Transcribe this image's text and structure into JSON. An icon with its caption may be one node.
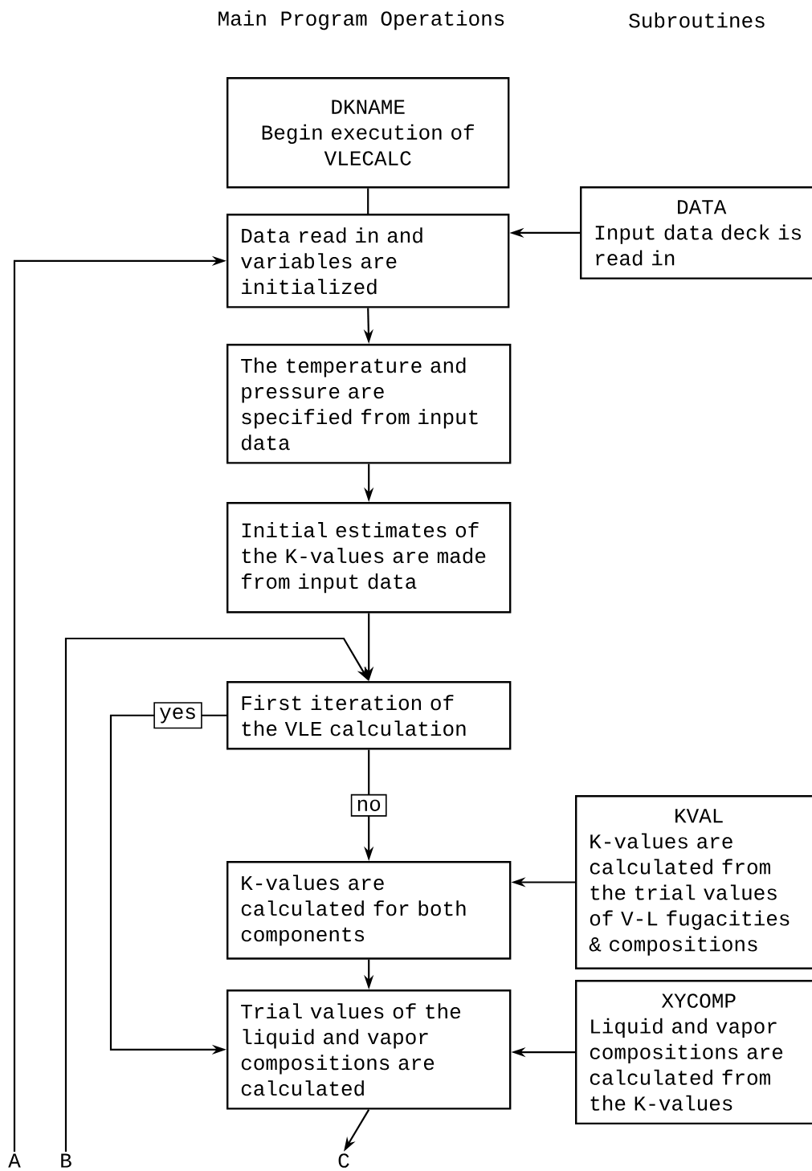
{
  "diagram": {
    "nodes": [
      {
        "text": [
          "DKNAME",
          "Begin execution of VLECALC"
        ]
      },
      {
        "text": [
          "Data read in and variables are initialized"
        ]
      },
      {
        "text": [
          "DATA",
          "Input data deck is read in"
        ]
      },
      {
        "text": [
          "The temperature and pressure are specified from input data"
        ]
      },
      {
        "text": [
          "Initial estimates of the K-values are made from input data"
        ]
      },
      {
        "text": [
          "First iteration of the VLE calculation"
        ]
      },
      {
        "text": [
          "K-values are calculated for both components"
        ]
      },
      {
        "text": [
          "KVAL",
          "K-values are calculated from the trial values of V-L fugacities & compositions"
        ]
      },
      {
        "text": [
          "Trial values of the liquid and vapor compositions are calculated"
        ]
      },
      {
        "text": [
          "XYCOMP",
          "Liquid and vapor compositions are calculated from the K-values"
        ]
      },
      {
        "text": [
          "A"
        ]
      },
      {
        "text": [
          "B"
        ]
      },
      {
        "text": [
          "C"
        ]
      }
    ],
    "edges": [
      {
        "from": 0,
        "to": 1,
        "arrow": "none"
      },
      {
        "from": 2,
        "to": 1,
        "arrow": "to"
      },
      {
        "from": 1,
        "to": 3,
        "arrow": "to"
      },
      {
        "from": 3,
        "to": 4,
        "arrow": "to"
      },
      {
        "from": 4,
        "to": 5,
        "arrow": "to"
      },
      {
        "from": 11,
        "to": 5,
        "arrow": "to"
      },
      {
        "from": 10,
        "to": 1,
        "arrow": "to"
      },
      {
        "from": 5,
        "to": 6,
        "arrow": "to",
        "label": "no"
      },
      {
        "from": 5,
        "to": 8,
        "arrow": "to",
        "label": "yes"
      },
      {
        "from": 7,
        "to": 6,
        "arrow": "to"
      },
      {
        "from": 6,
        "to": 8,
        "arrow": "to"
      },
      {
        "from": 9,
        "to": 8,
        "arrow": "to"
      },
      {
        "from": 8,
        "to": 12,
        "arrow": "to"
      }
    ],
    "labels": [
      "Main Program Operations",
      "Subroutines"
    ]
  }
}
